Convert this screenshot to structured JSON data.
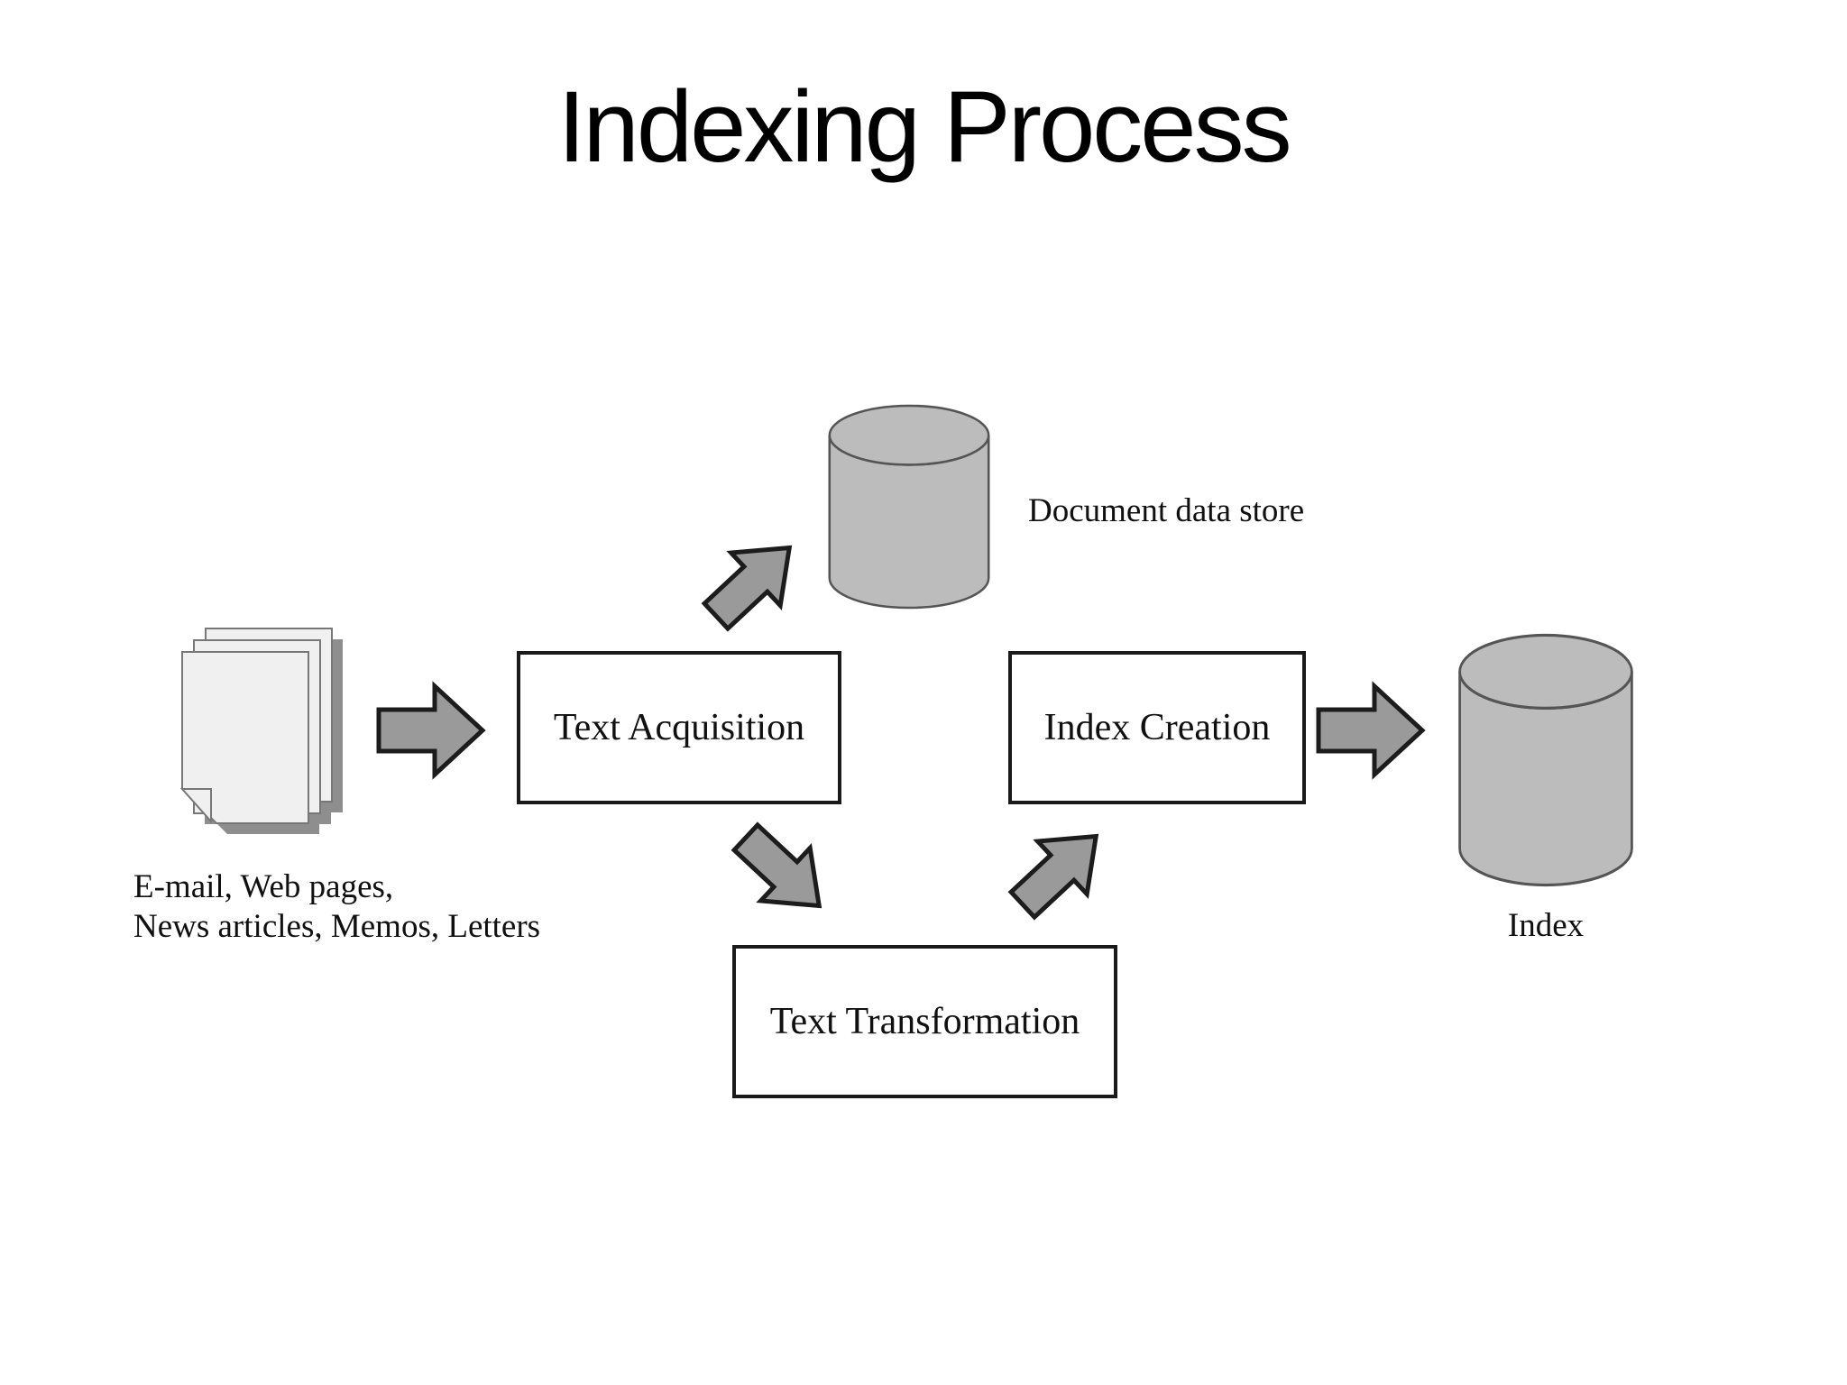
{
  "title": "Indexing Process",
  "diagram": {
    "source": {
      "label_line1": "E-mail, Web pages,",
      "label_line2": "News articles, Memos, Letters"
    },
    "boxes": {
      "text_acquisition": "Text Acquisition",
      "index_creation": "Index Creation",
      "text_transformation": "Text Transformation"
    },
    "stores": {
      "document_data_store": "Document data store",
      "index": "Index"
    },
    "colors": {
      "text": "#000000",
      "arrow_fill": "#9a9a9a",
      "arrow_stroke": "#1c1c1c",
      "cylinder_fill": "#bcbcbc",
      "cylinder_stroke": "#555555",
      "box_border": "#1a1a1a",
      "box_fill": "#ffffff",
      "page_fill": "#f0f0f0",
      "page_stroke": "#777777",
      "page_shadow": "#8e8e8e"
    }
  }
}
